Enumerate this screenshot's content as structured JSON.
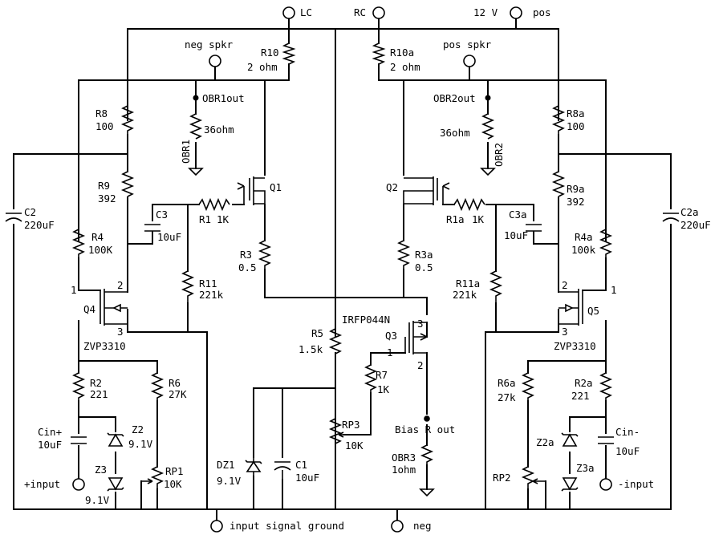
{
  "terminals": {
    "lc": "LC",
    "rc": "RC",
    "supply_voltage": "12 V",
    "pos": "pos",
    "neg_spkr": "neg spkr",
    "pos_spkr": "pos spkr",
    "input_plus": "+input",
    "input_minus": "-input",
    "input_signal_ground": "input signal ground",
    "neg": "neg",
    "bias_r_out": "Bias R out"
  },
  "components": {
    "r10": {
      "name": "R10",
      "value": "2 ohm"
    },
    "r10a": {
      "name": "R10a",
      "value": "2 ohm"
    },
    "obr1": {
      "name": "OBR1",
      "value": "36ohm",
      "node": "OBR1out"
    },
    "obr2": {
      "name": "OBR2",
      "value": "36ohm",
      "node": "OBR2out"
    },
    "obr3": {
      "name": "OBR3",
      "value": "1ohm"
    },
    "r8": {
      "name": "R8",
      "value": "100"
    },
    "r8a": {
      "name": "R8a",
      "value": "100"
    },
    "r9": {
      "name": "R9",
      "value": "392"
    },
    "r9a": {
      "name": "R9a",
      "value": "392"
    },
    "c2": {
      "name": "C2",
      "value": "220uF"
    },
    "c2a": {
      "name": "C2a",
      "value": "220uF"
    },
    "c3": {
      "name": "C3",
      "value": "10uF"
    },
    "c3a": {
      "name": "C3a",
      "value": "10uF"
    },
    "r1": {
      "name": "R1",
      "value": "1K"
    },
    "r1a": {
      "name": "R1a",
      "value": "1K"
    },
    "q1": {
      "name": "Q1"
    },
    "q2": {
      "name": "Q2"
    },
    "q3": {
      "name": "Q3",
      "part": "IRFP044N"
    },
    "q4": {
      "name": "Q4",
      "part": "ZVP3310"
    },
    "q5": {
      "name": "Q5",
      "part": "ZVP3310"
    },
    "r4": {
      "name": "R4",
      "value": "100K"
    },
    "r4a": {
      "name": "R4a",
      "value": "100k"
    },
    "r3": {
      "name": "R3",
      "value": "0.5"
    },
    "r3a": {
      "name": "R3a",
      "value": "0.5"
    },
    "r11": {
      "name": "R11",
      "value": "221k"
    },
    "r11a": {
      "name": "R11a",
      "value": "221k"
    },
    "r5": {
      "name": "R5",
      "value": "1.5k"
    },
    "r7": {
      "name": "R7",
      "value": "1K"
    },
    "r2": {
      "name": "R2",
      "value": "221"
    },
    "r2a": {
      "name": "R2a",
      "value": "221"
    },
    "r6": {
      "name": "R6",
      "value": "27K"
    },
    "r6a": {
      "name": "R6a",
      "value": "27k"
    },
    "cin_plus": {
      "name": "Cin+",
      "value": "10uF"
    },
    "cin_minus": {
      "name": "Cin-",
      "value": "10uF"
    },
    "z2": {
      "name": "Z2",
      "value": "9.1V"
    },
    "z3": {
      "name": "Z3",
      "value": "9.1V"
    },
    "z2a": {
      "name": "Z2a"
    },
    "z3a": {
      "name": "Z3a"
    },
    "rp1": {
      "name": "RP1",
      "value": "10K"
    },
    "rp2": {
      "name": "RP2"
    },
    "rp3": {
      "name": "RP3",
      "value": "10K"
    },
    "dz1": {
      "name": "DZ1",
      "value": "9.1V"
    },
    "c1": {
      "name": "C1",
      "value": "10uF"
    }
  },
  "pins": {
    "p1": "1",
    "p2": "2",
    "p3": "3"
  }
}
